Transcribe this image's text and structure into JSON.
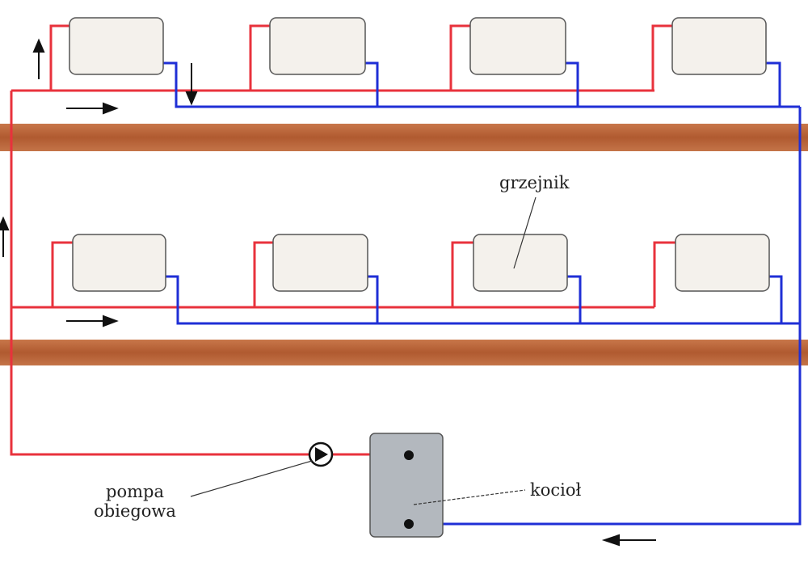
{
  "labels": {
    "radiator": "grzejnik",
    "pump_line1": "pompa",
    "pump_line2": "obiegowa",
    "boiler": "kocioł"
  },
  "colors": {
    "supply_pipe": "#e8323c",
    "return_pipe": "#1f2fd6",
    "floor_slab": "#b8643a",
    "radiator_fill": "#f4f1ec",
    "boiler_fill": "#b3b8be",
    "arrow": "#111111"
  },
  "icons": [
    "flow-arrow-icon",
    "pump-icon",
    "boiler-connection-dot"
  ]
}
